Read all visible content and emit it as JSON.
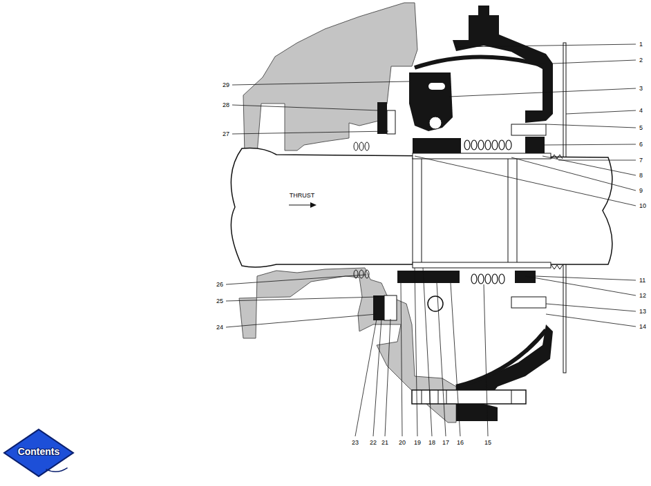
{
  "diagram": {
    "nodes": [
      {
        "text": [
          "Contents"
        ]
      }
    ],
    "edges": [],
    "labels": [
      "1",
      "2",
      "3",
      "4",
      "5",
      "6",
      "7",
      "8",
      "9",
      "10",
      "11",
      "12",
      "13",
      "14",
      "15",
      "16",
      "17",
      "18",
      "19",
      "20",
      "21",
      "22",
      "23",
      "24",
      "25",
      "26",
      "27",
      "28",
      "29",
      "THRUST"
    ]
  }
}
